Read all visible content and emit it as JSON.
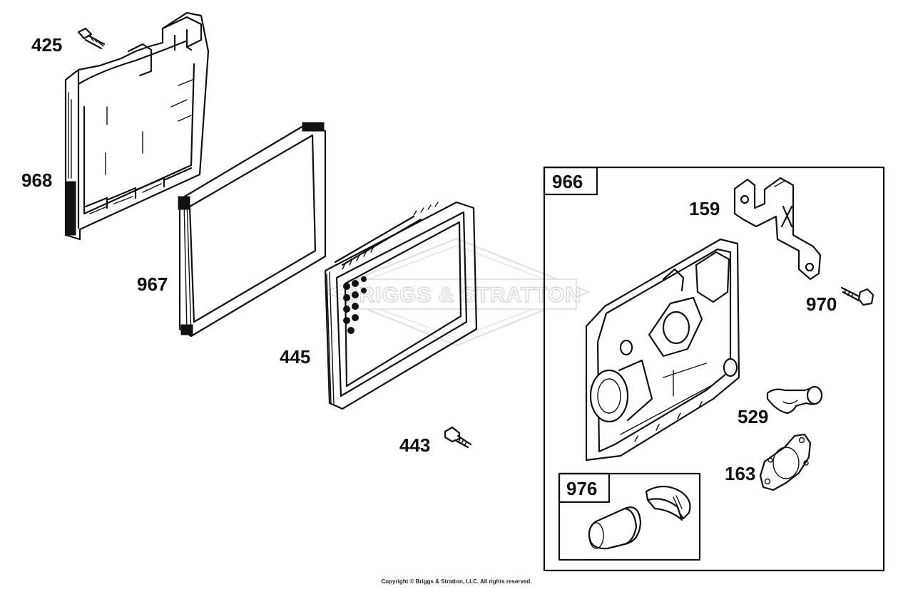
{
  "parts": {
    "p425": "425",
    "p968": "968",
    "p967": "967",
    "p445": "445",
    "p443": "443",
    "p966": "966",
    "p159": "159",
    "p970": "970",
    "p529": "529",
    "p163": "163",
    "p976": "976"
  },
  "watermark": "BRIGGS & STRATTON",
  "copyright": "Copyright © Briggs & Stratton, LLC. All rights reserved."
}
